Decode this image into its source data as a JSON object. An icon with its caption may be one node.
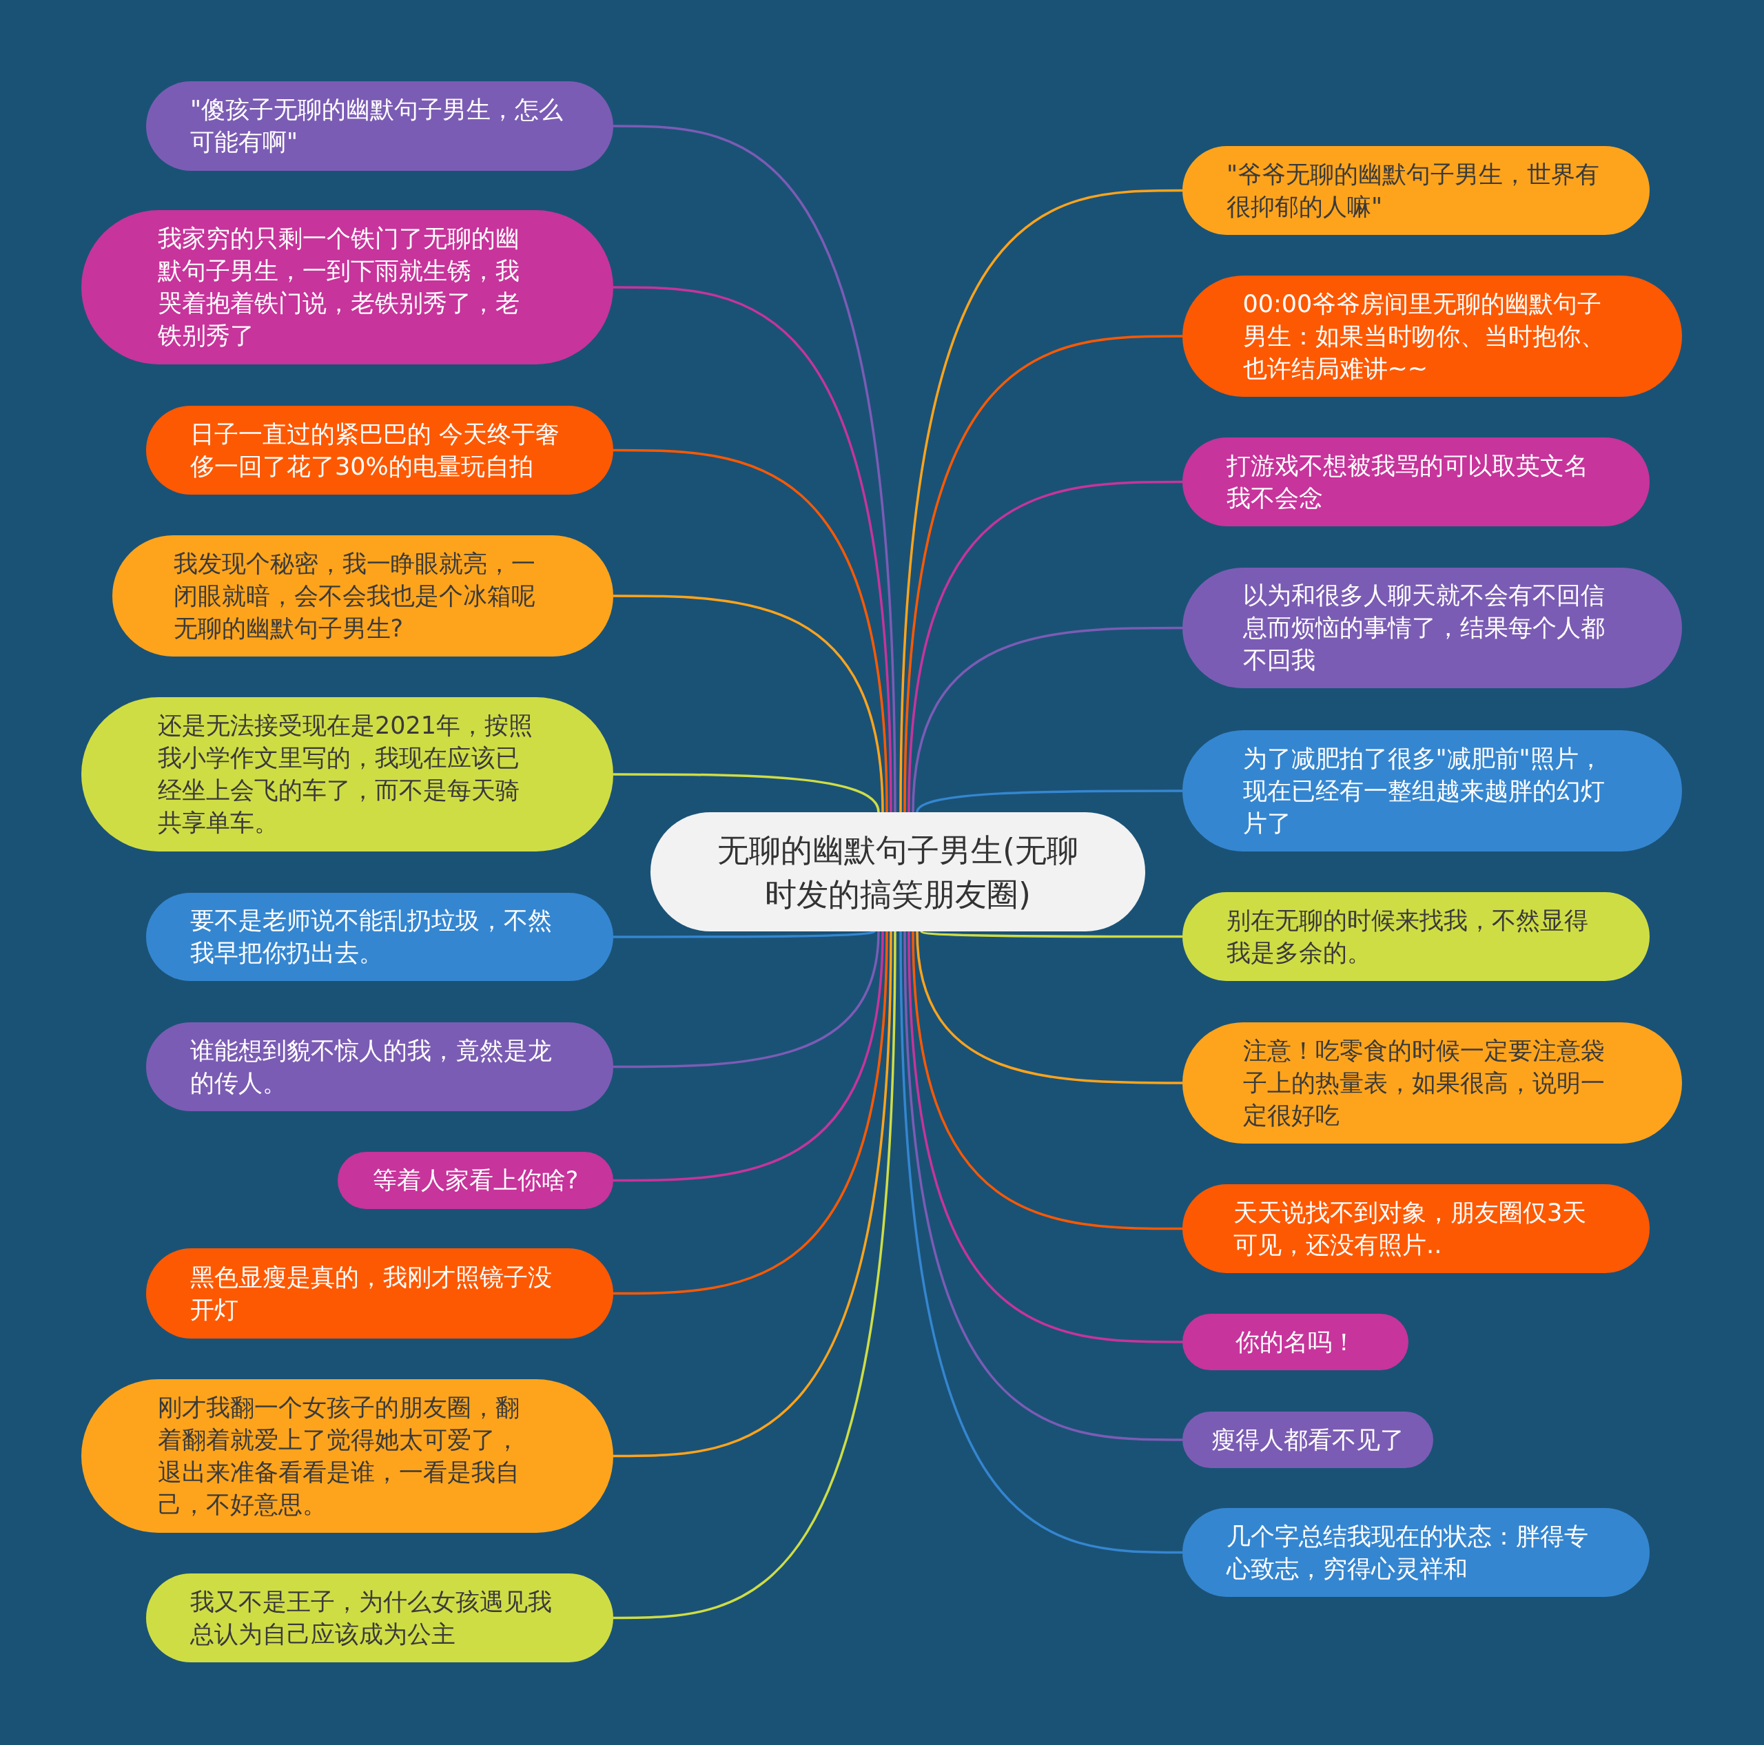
{
  "diagram": {
    "nodes": [
      {
        "text": [
          "无聊的幽默句子男生(无聊时发的搞笑朋友圈)"
        ]
      },
      {
        "text": [
          "\"傻孩子无聊的幽默句子男生，怎么可能有啊\""
        ]
      },
      {
        "text": [
          "我家穷的只剩一个铁门了无聊的幽默句子男生，一到下雨就生锈，我哭着抱着铁门说，老铁别秀了，老铁别秀了"
        ]
      },
      {
        "text": [
          "日子一直过的紧巴巴的 今天终于奢侈一回了花了30%的电量玩自拍"
        ]
      },
      {
        "text": [
          "我发现个秘密，我一睁眼就亮，一闭眼就暗，会不会我也是个冰箱呢无聊的幽默句子男生?"
        ]
      },
      {
        "text": [
          "还是无法接受现在是2021年，按照我小学作文里写的，我现在应该已经坐上会飞的车了，而不是每天骑共享单车。"
        ]
      },
      {
        "text": [
          "要不是老师说不能乱扔垃圾，不然我早把你扔出去。"
        ]
      },
      {
        "text": [
          "谁能想到貌不惊人的我，竟然是龙的传人。"
        ]
      },
      {
        "text": [
          "等着人家看上你啥?"
        ]
      },
      {
        "text": [
          "黑色显瘦是真的，我刚才照镜子没开灯"
        ]
      },
      {
        "text": [
          "刚才我翻一个女孩子的朋友圈，翻着翻着就爱上了觉得她太可爱了，退出来准备看看是谁，一看是我自己，不好意思。"
        ]
      },
      {
        "text": [
          "我又不是王子，为什么女孩遇见我总认为自己应该成为公主"
        ]
      },
      {
        "text": [
          "\"爷爷无聊的幽默句子男生，世界有很抑郁的人嘛\""
        ]
      },
      {
        "text": [
          "00:00爷爷房间里无聊的幽默句子男生：如果当时吻你、当时抱你、也许结局难讲~~"
        ]
      },
      {
        "text": [
          "打游戏不想被我骂的可以取英文名我不会念"
        ]
      },
      {
        "text": [
          "以为和很多人聊天就不会有不回信息而烦恼的事情了，结果每个人都不回我"
        ]
      },
      {
        "text": [
          "为了减肥拍了很多\"减肥前\"照片，现在已经有一整组越来越胖的幻灯片了"
        ]
      },
      {
        "text": [
          "别在无聊的时候来找我，不然显得我是多余的。"
        ]
      },
      {
        "text": [
          "注意！吃零食的时候一定要注意袋子上的热量表，如果很高，说明一定很好吃"
        ]
      },
      {
        "text": [
          "天天说找不到对象，朋友圈仅3天可见，还没有照片.."
        ]
      },
      {
        "text": [
          "你的名吗！"
        ]
      },
      {
        "text": [
          "瘦得人都看不见了"
        ]
      },
      {
        "text": [
          "几个字总结我现在的状态：胖得专心致志，穷得心灵祥和"
        ]
      }
    ],
    "edges": [
      {
        "from": 0,
        "to": 1,
        "arrow": "none",
        "color": "#7b5cb4"
      },
      {
        "from": 0,
        "to": 2,
        "arrow": "none",
        "color": "#c7349b"
      },
      {
        "from": 0,
        "to": 3,
        "arrow": "none",
        "color": "#fd5903"
      },
      {
        "from": 0,
        "to": 4,
        "arrow": "none",
        "color": "#fea41c"
      },
      {
        "from": 0,
        "to": 5,
        "arrow": "none",
        "color": "#cfdd45"
      },
      {
        "from": 0,
        "to": 6,
        "arrow": "none",
        "color": "#3586d0"
      },
      {
        "from": 0,
        "to": 7,
        "arrow": "none",
        "color": "#7b5cb4"
      },
      {
        "from": 0,
        "to": 8,
        "arrow": "none",
        "color": "#c7349b"
      },
      {
        "from": 0,
        "to": 9,
        "arrow": "none",
        "color": "#fd5903"
      },
      {
        "from": 0,
        "to": 10,
        "arrow": "none",
        "color": "#fea41c"
      },
      {
        "from": 0,
        "to": 11,
        "arrow": "none",
        "color": "#cfdd45"
      },
      {
        "from": 0,
        "to": 12,
        "arrow": "none",
        "color": "#fea41c"
      },
      {
        "from": 0,
        "to": 13,
        "arrow": "none",
        "color": "#fd5903"
      },
      {
        "from": 0,
        "to": 14,
        "arrow": "none",
        "color": "#c7349b"
      },
      {
        "from": 0,
        "to": 15,
        "arrow": "none",
        "color": "#7b5cb4"
      },
      {
        "from": 0,
        "to": 16,
        "arrow": "none",
        "color": "#3586d0"
      },
      {
        "from": 0,
        "to": 17,
        "arrow": "none",
        "color": "#cfdd45"
      },
      {
        "from": 0,
        "to": 18,
        "arrow": "none",
        "color": "#fea41c"
      },
      {
        "from": 0,
        "to": 19,
        "arrow": "none",
        "color": "#fd5903"
      },
      {
        "from": 0,
        "to": 20,
        "arrow": "none",
        "color": "#c7349b"
      },
      {
        "from": 0,
        "to": 21,
        "arrow": "none",
        "color": "#7b5cb4"
      },
      {
        "from": 0,
        "to": 22,
        "arrow": "none",
        "color": "#3586d0"
      }
    ]
  }
}
